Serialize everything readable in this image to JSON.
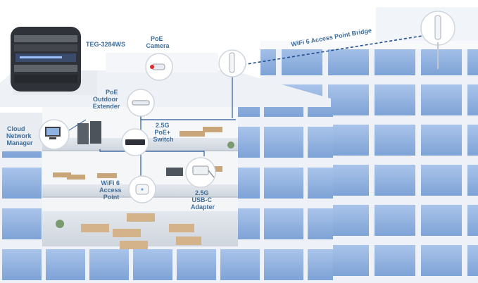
{
  "labels": {
    "switch_model": "TEG-3284WS",
    "poe_camera": [
      "PoE",
      "Camera"
    ],
    "bridge": "WiFi 6 Access Point Bridge",
    "poe_extender": [
      "PoE",
      "Outdoor",
      "Extender"
    ],
    "cloud_manager": [
      "Cloud",
      "Network",
      "Manager"
    ],
    "poe_switch": [
      "2.5G",
      "PoE+",
      "Switch"
    ],
    "access_point": [
      "WiFi 6",
      "Access",
      "Point"
    ],
    "usb_adapter": [
      "2.5G",
      "USB-C",
      "Adapter"
    ]
  },
  "colors": {
    "label_text": "#3f6d9a",
    "window_blue": "#8fb2e0",
    "wall_white": "#f3f6fa",
    "link_line": "#2a5a9a",
    "callout_ring": "#ffffff"
  }
}
